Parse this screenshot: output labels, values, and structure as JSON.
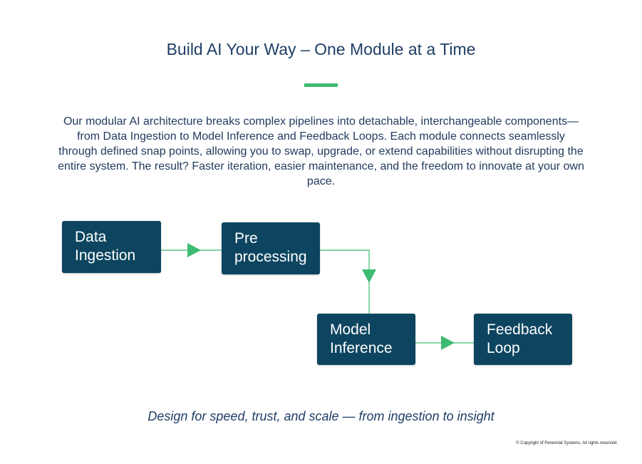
{
  "header": {
    "title": "Build AI Your Way – One Module at a Time"
  },
  "description": "Our modular AI architecture breaks complex pipelines into detachable, interchangeable components—from Data Ingestion to Model Inference and Feedback Loops. Each module connects seamlessly through defined snap points, allowing you to swap, upgrade, or extend capabilities without disrupting the entire system. The result? Faster iteration, easier maintenance, and the freedom to innovate at your own pace.",
  "diagram": {
    "nodes": [
      {
        "id": "data-ingestion",
        "line1": "Data",
        "line2": "Ingestion"
      },
      {
        "id": "preprocessing",
        "line1": "Pre",
        "line2": "processing"
      },
      {
        "id": "model-inference",
        "line1": "Model",
        "line2": "Inference"
      },
      {
        "id": "feedback-loop",
        "line1": "Feedback",
        "line2": "Loop"
      }
    ],
    "edges": [
      {
        "from": "data-ingestion",
        "to": "preprocessing"
      },
      {
        "from": "preprocessing",
        "to": "model-inference"
      },
      {
        "from": "model-inference",
        "to": "feedback-loop"
      }
    ]
  },
  "tagline": "Design for speed, trust, and scale — from ingestion to insight",
  "footer": {
    "copyright": "© Copyright of Perennial Systems. All rights reserved."
  },
  "colors": {
    "title": "#1f3f66",
    "accent": "#3dbb72",
    "node_fill": "#0d4560",
    "node_text": "#ffffff",
    "connector": "#3dbb72"
  }
}
